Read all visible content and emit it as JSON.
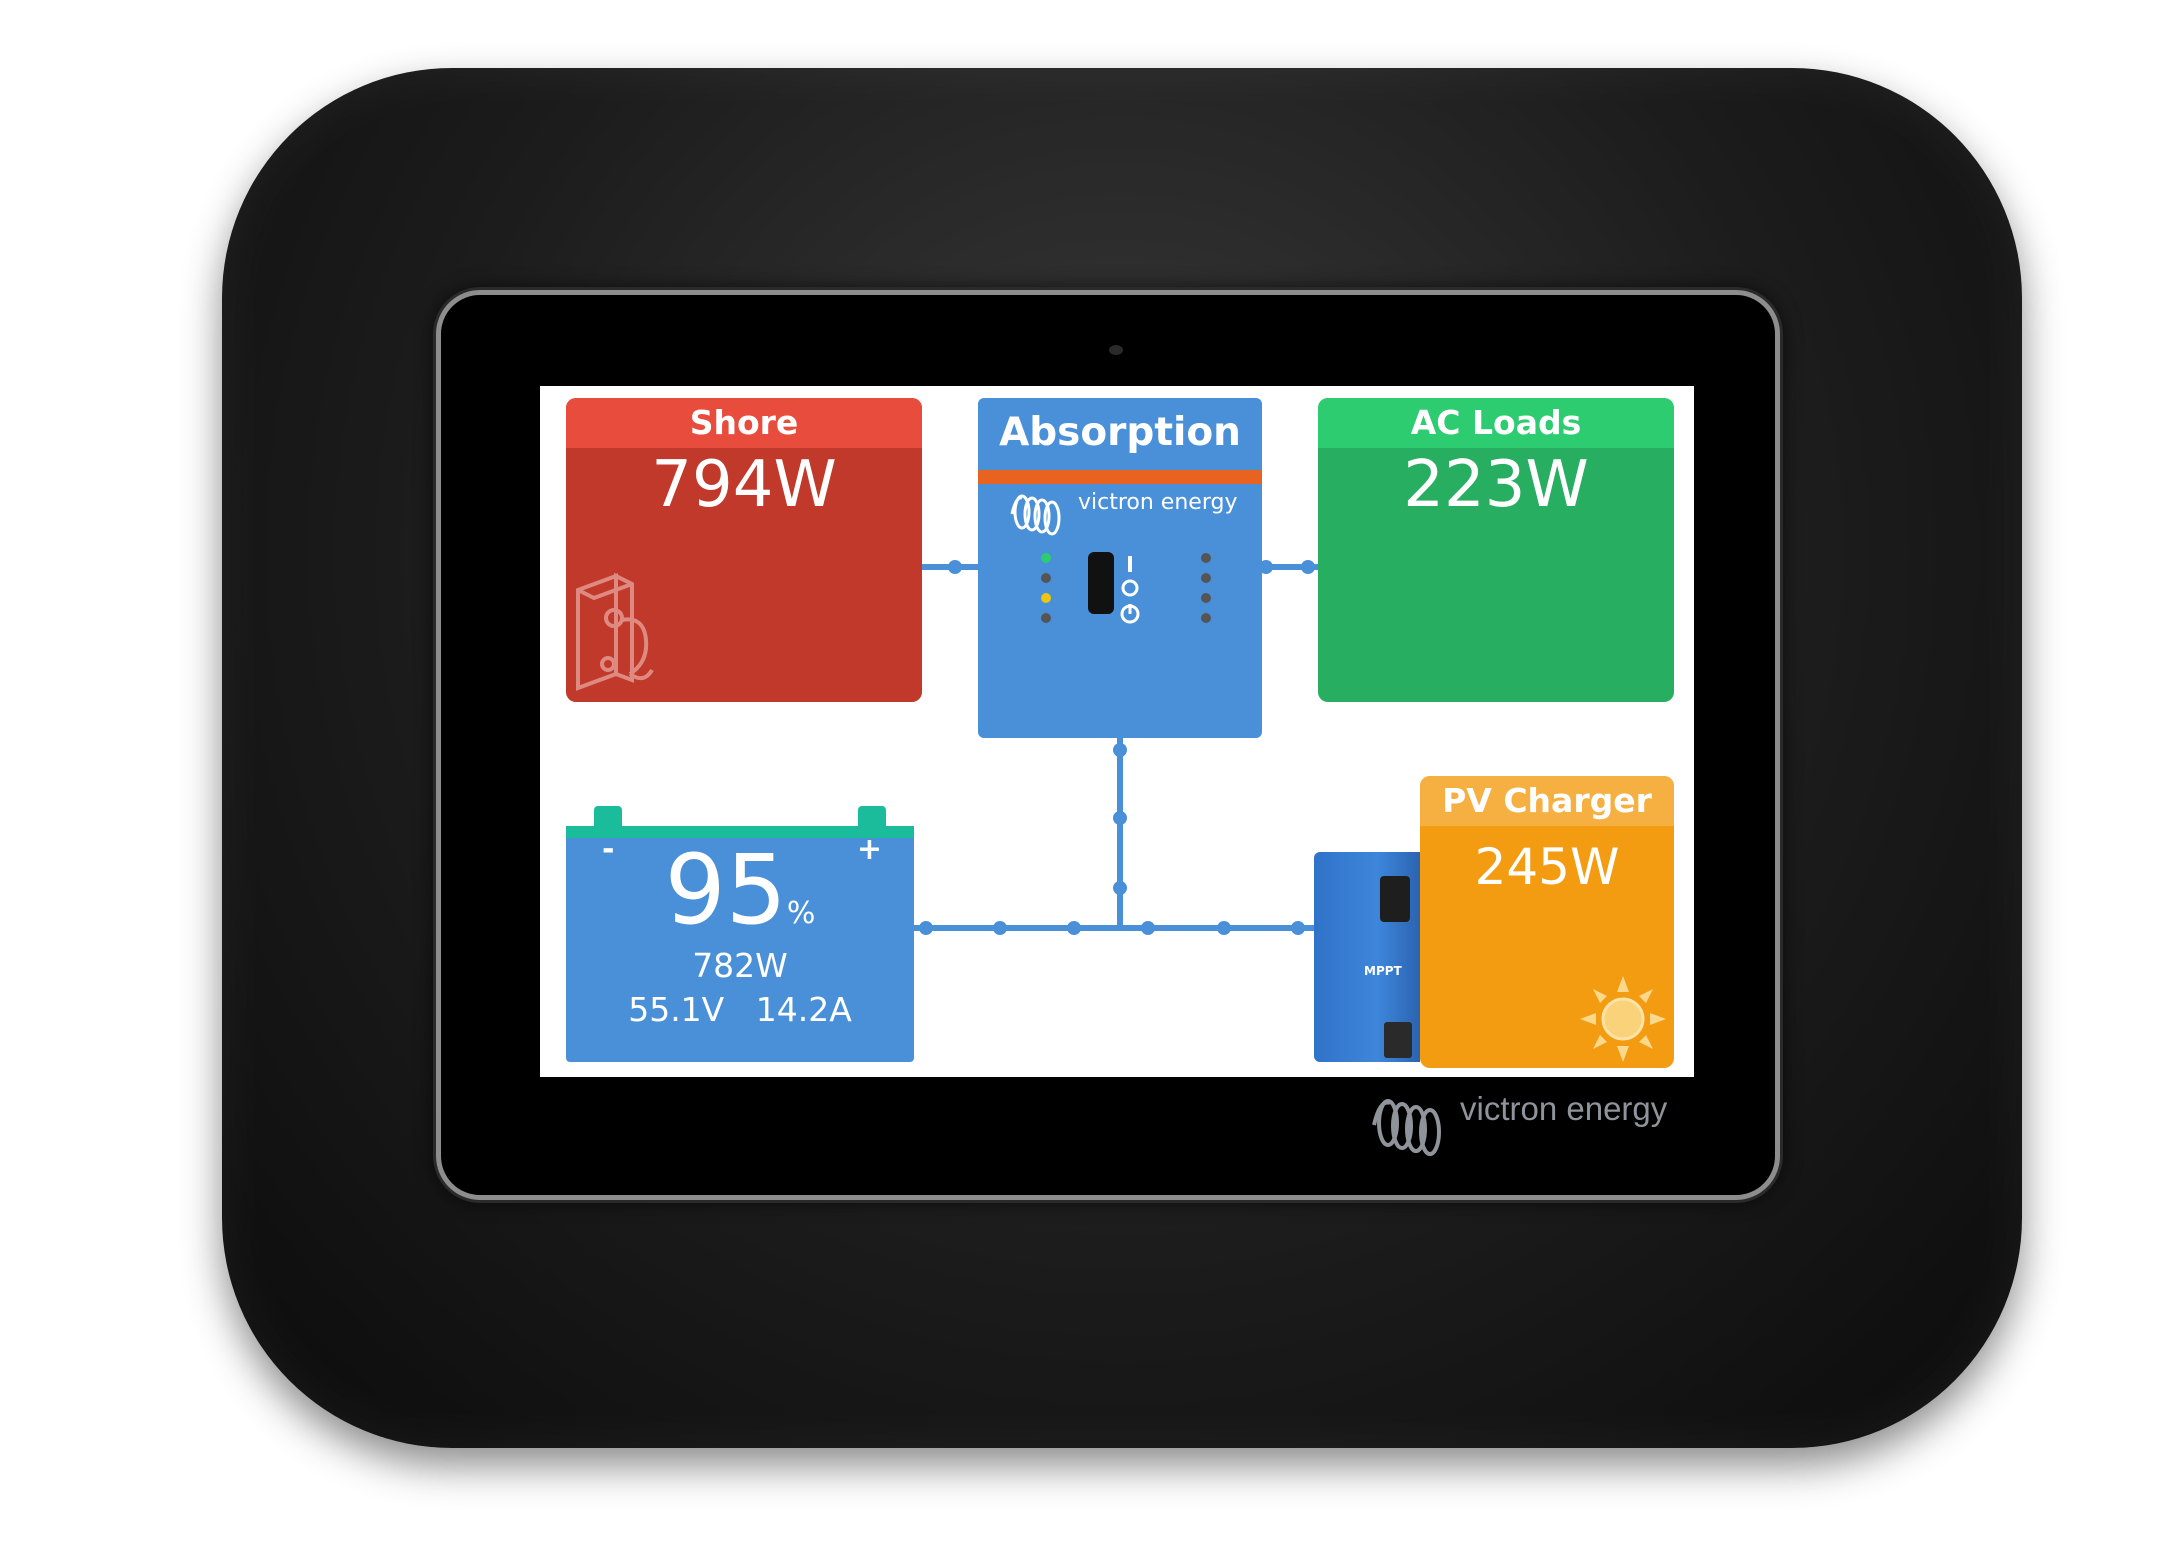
{
  "device": {
    "brand": "victron energy"
  },
  "tiles": {
    "shore": {
      "title": "Shore",
      "power": "794W",
      "color": "#c0392b"
    },
    "inverter": {
      "state": "Absorption",
      "brand": "victron energy",
      "color": "#4a90d9"
    },
    "ac_loads": {
      "title": "AC Loads",
      "power": "223W",
      "color": "#27ae60"
    },
    "battery": {
      "neg": "-",
      "pos": "+",
      "soc": "95",
      "soc_unit": "%",
      "power": "782W",
      "voltage_current": "55.1V   14.2A",
      "color": "#4a90d9"
    },
    "pv_charger": {
      "title": "PV Charger",
      "power": "245W",
      "color": "#f39c12"
    },
    "mppt": {
      "label": "MPPT"
    }
  },
  "icons": {
    "shore": "plug-socket-icon",
    "inverter_brand": "victron-logo-icon",
    "pv": "sun-icon"
  }
}
